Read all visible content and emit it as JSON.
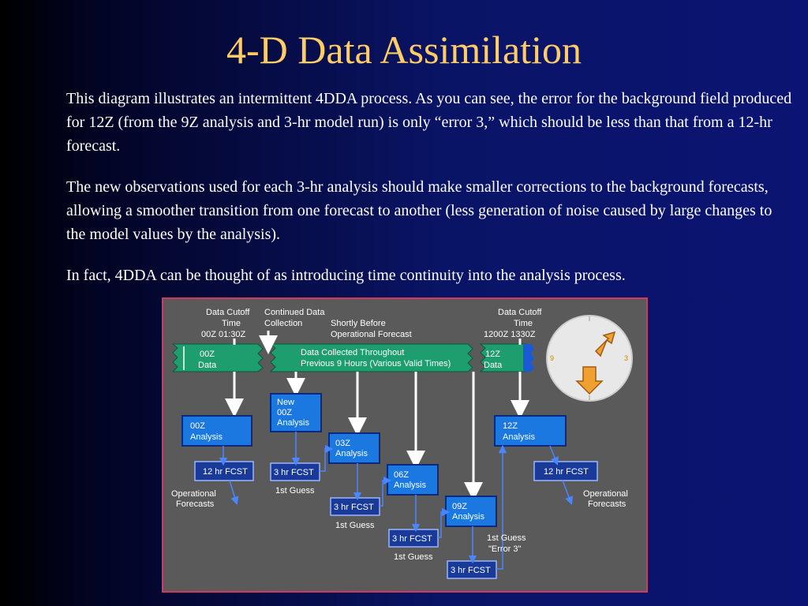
{
  "title": "4-D Data Assimilation",
  "paragraphs": [
    "This diagram illustrates an intermittent 4DDA process.  As you can see, the error for the background  field produced for 12Z (from the 9Z analysis and 3-hr model run) is only “error 3,” which should be less than that from a 12-hr forecast.",
    "The new observations used for each 3-hr analysis should make smaller corrections to the background forecasts, allowing a smoother transition from one forecast to another (less generation of noise caused by large changes to the model values by the analysis).",
    "In fact, 4DDA can be thought of as introducing time continuity into the analysis process."
  ],
  "diagram": {
    "cutoff_left": [
      "Data Cutoff",
      "Time",
      "00Z  01:30Z"
    ],
    "continued": [
      "Continued Data",
      "Collection"
    ],
    "shortly": [
      "Shortly Before",
      "Operational Forecast"
    ],
    "cutoff_right": [
      "Data Cutoff",
      "Time",
      "1200Z  1330Z"
    ],
    "band_left": [
      "00Z",
      "Data"
    ],
    "band_mid": [
      "Data Collected Throughout",
      "Previous 9 Hours (Various Valid Times)"
    ],
    "band_right": [
      "12Z",
      "Data"
    ],
    "boxes": {
      "a00": [
        "00Z",
        "Analysis"
      ],
      "new00": [
        "New",
        "00Z",
        "Analysis"
      ],
      "a03": [
        "03Z",
        "Analysis"
      ],
      "a06": [
        "06Z",
        "Analysis"
      ],
      "a09": [
        "09Z",
        "Analysis"
      ],
      "a12": [
        "12Z",
        "Analysis"
      ]
    },
    "fcst12": "12 hr FCST",
    "fcst3": "3 hr FCST",
    "first_guess": "1st Guess",
    "first_guess_error": [
      "1st Guess",
      "\"Error 3\""
    ],
    "operational": [
      "Operational",
      "Forecasts"
    ],
    "clock_9": "9",
    "clock_3": "3"
  }
}
